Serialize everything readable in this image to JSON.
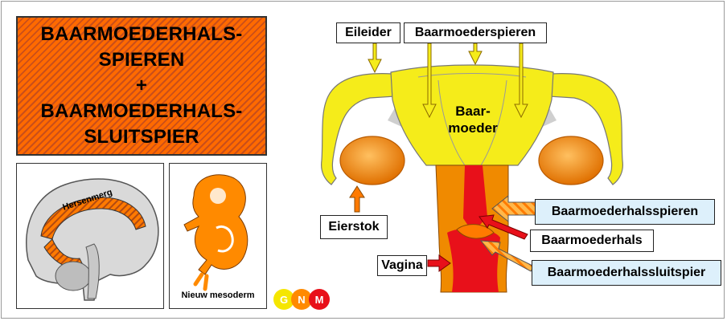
{
  "title": {
    "lines": [
      "BAARMOEDERHALS-",
      "SPIEREN",
      "+",
      "BAARMOEDERHALS-",
      "SLUITSPIER"
    ]
  },
  "brain": {
    "label": "Hersenmerg"
  },
  "embryo": {
    "label": "Nieuw mesoderm"
  },
  "anatomy": {
    "uterus_line1": "Baar-",
    "uterus_line2": "moeder",
    "eileider": "Eileider",
    "baarmoederspieren": "Baarmoederspieren",
    "eierstok": "Eierstok",
    "vagina": "Vagina",
    "baarmoederhals": "Baarmoederhals",
    "baarmoederhalsspieren": "Baarmoederhalsspieren",
    "baarmoederhalssluitspier": "Baarmoederhalssluitspier"
  },
  "logo": {
    "letters": [
      "G",
      "N",
      "M"
    ]
  },
  "colors": {
    "orange": "#ff7a00",
    "yellow": "#f5ec1a",
    "red": "#e8101a",
    "label_blue": "#ddf0fb"
  }
}
